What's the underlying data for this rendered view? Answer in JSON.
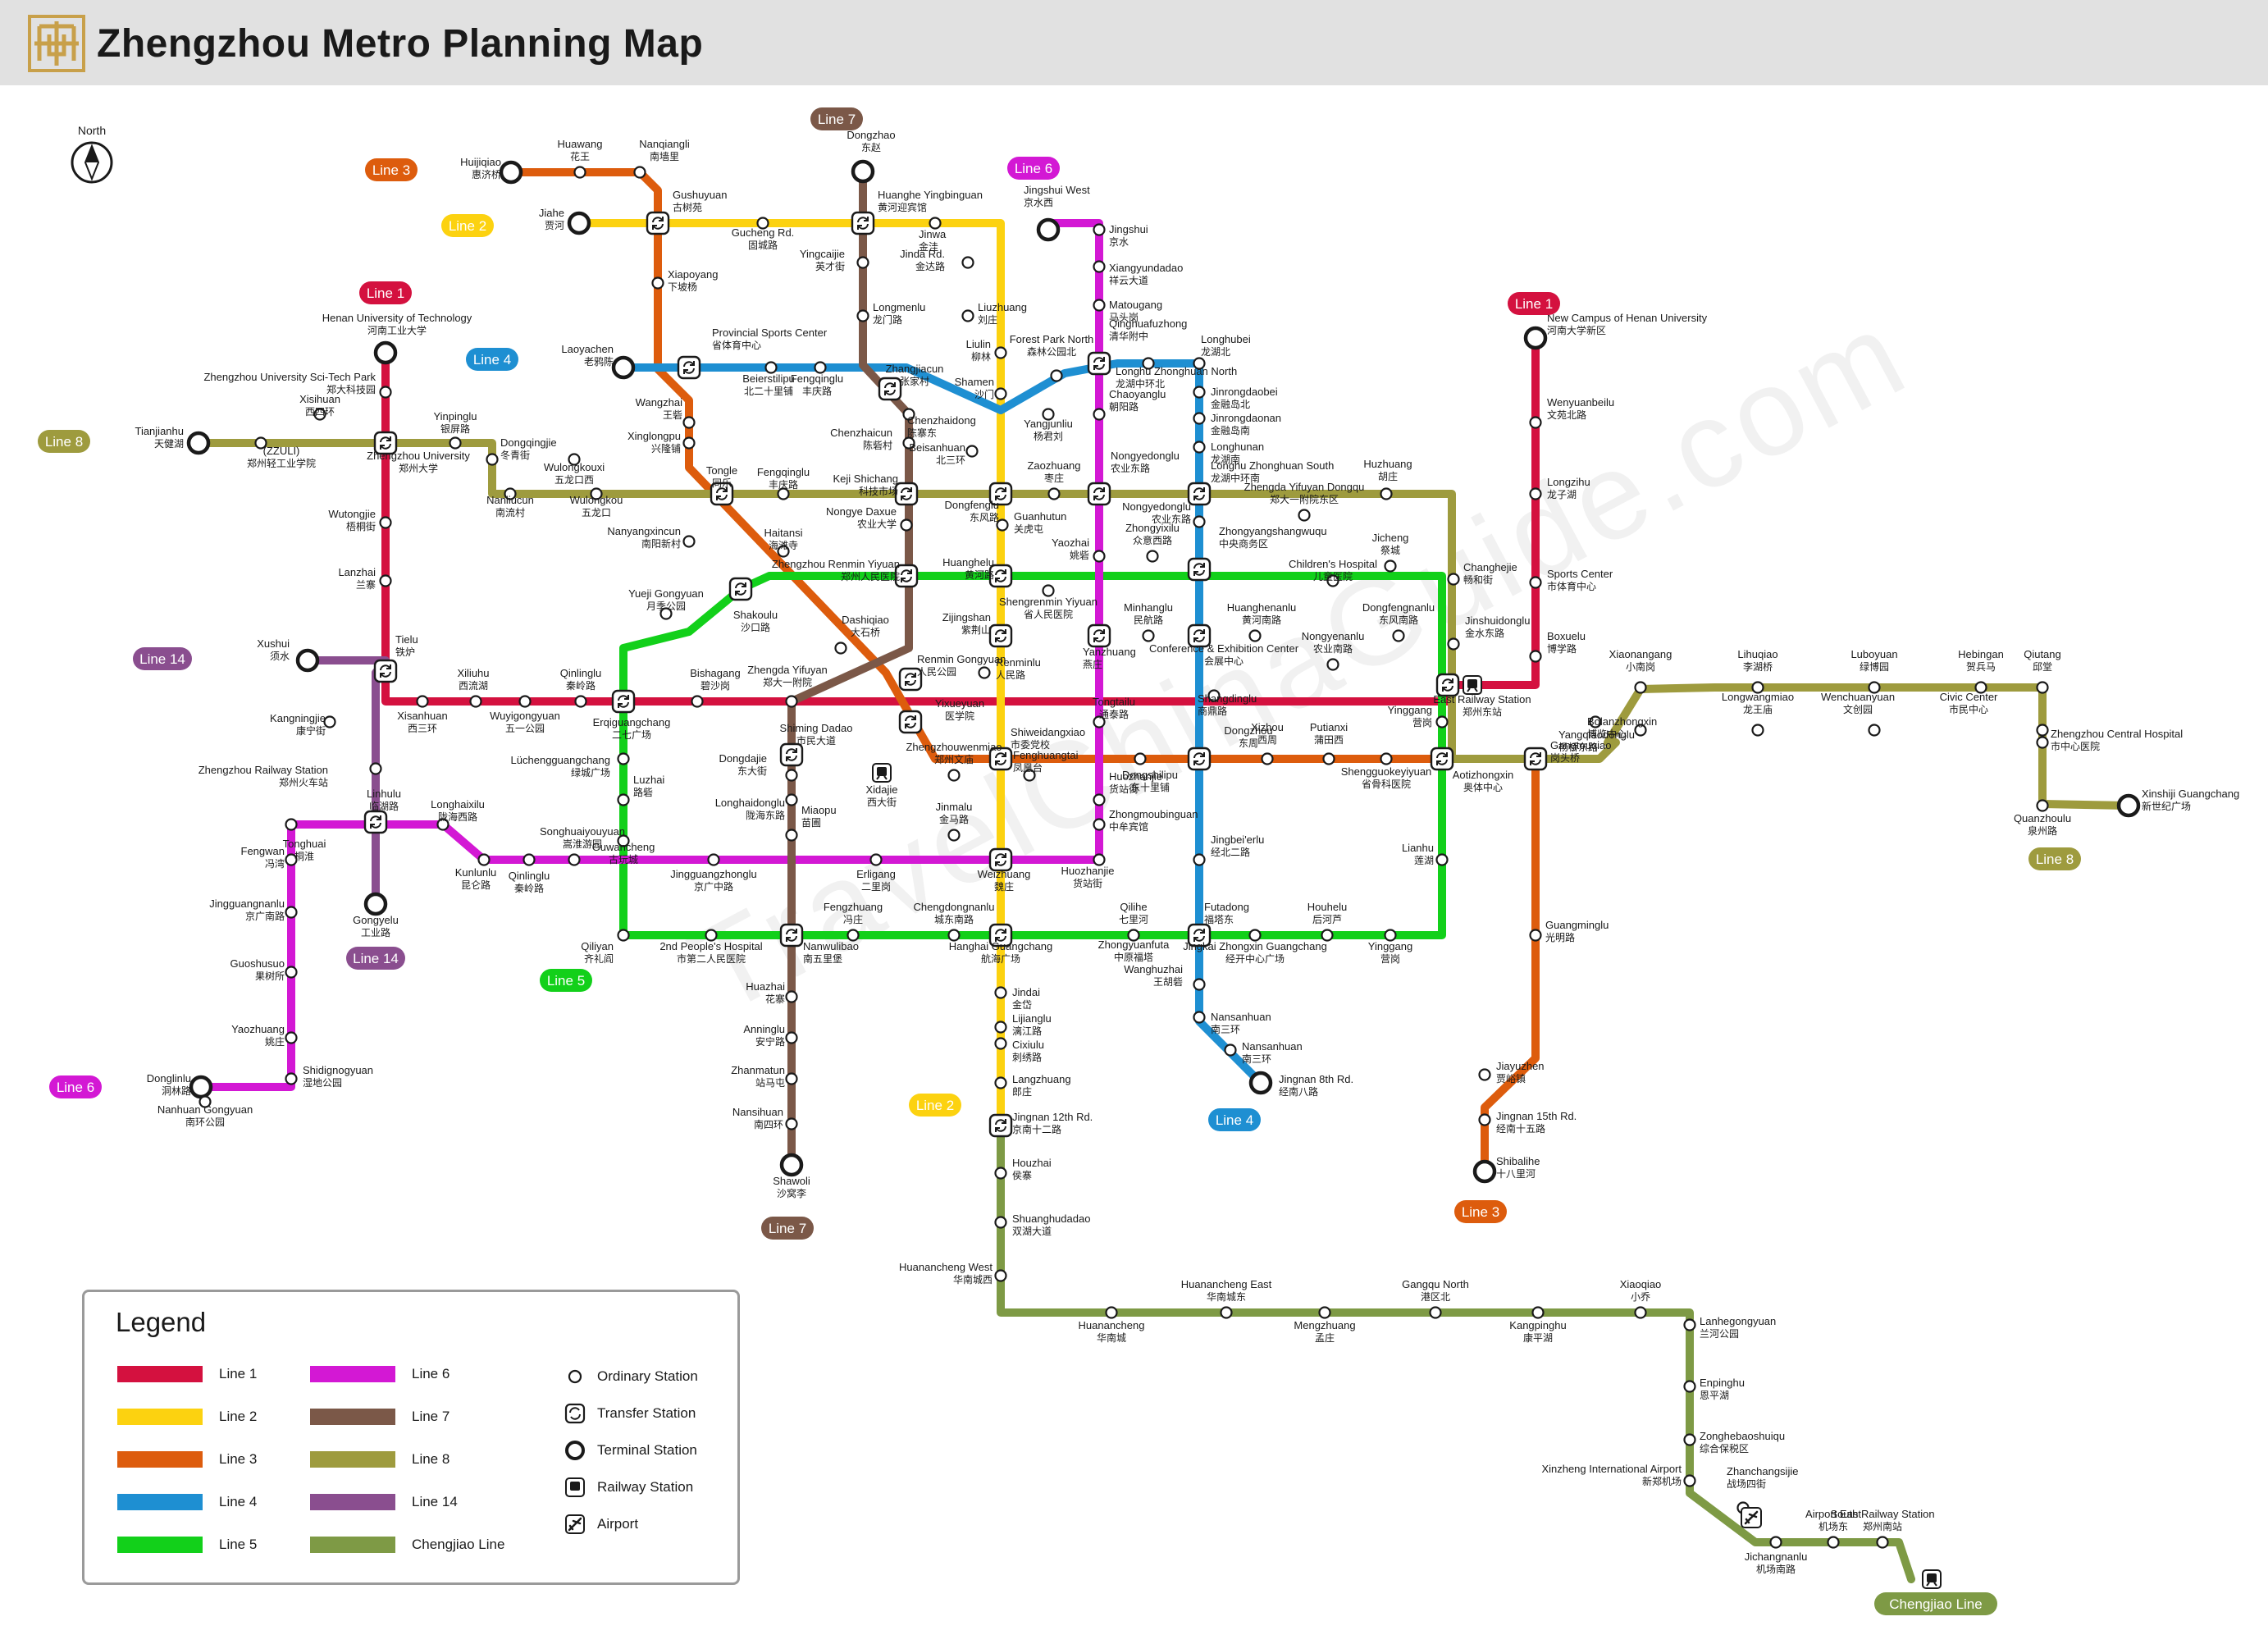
{
  "header": {
    "title": "Zhengzhou Metro Planning Map"
  },
  "colors": {
    "line1": "#d4113f",
    "line2": "#fcd210",
    "line3": "#dd5c0d",
    "line4": "#1e8fd2",
    "line5": "#12d01a",
    "line6": "#d318d4",
    "line7": "#7b5848",
    "line8": "#9e9b3e",
    "line14": "#8a4e8f",
    "chengjiao": "#7e9a45"
  },
  "north": "North",
  "watermark": "TravelChinaGuide.com",
  "badges": [
    {
      "text": "Line 3",
      "color": "line3"
    },
    {
      "text": "Line 2",
      "color": "line2"
    },
    {
      "text": "Line 7",
      "color": "line7"
    },
    {
      "text": "Line 6",
      "color": "line6"
    },
    {
      "text": "Line 1",
      "color": "line1"
    },
    {
      "text": "Line 4",
      "color": "line4"
    },
    {
      "text": "Line 8",
      "color": "line8"
    },
    {
      "text": "Line 1",
      "color": "line1"
    },
    {
      "text": "Line 14",
      "color": "line14"
    },
    {
      "text": "Line 14",
      "color": "line14"
    },
    {
      "text": "Line 5",
      "color": "line5"
    },
    {
      "text": "Line 6",
      "color": "line6"
    },
    {
      "text": "Line 7",
      "color": "line7"
    },
    {
      "text": "Line 2",
      "color": "line2"
    },
    {
      "text": "Line 4",
      "color": "line4"
    },
    {
      "text": "Line 3",
      "color": "line3"
    },
    {
      "text": "Line 8",
      "color": "line8"
    },
    {
      "text": "Chengjiao Line",
      "color": "chengjiao"
    }
  ],
  "stations": [
    {
      "en": "Huijiqiao",
      "cn": "惠济桥"
    },
    {
      "en": "Huawang",
      "cn": "花王"
    },
    {
      "en": "Nanqiangli",
      "cn": "南墙里"
    },
    {
      "en": "Gushuyuan",
      "cn": "古树苑"
    },
    {
      "en": "Jiahe",
      "cn": "贾河"
    },
    {
      "en": "Gucheng Rd.",
      "cn": "固城路"
    },
    {
      "en": "Dongzhao",
      "cn": "东赵"
    },
    {
      "en": "Huanghe Yingbinguan",
      "cn": "黄河迎宾馆"
    },
    {
      "en": "Jinwa",
      "cn": "金洼"
    },
    {
      "en": "Jinda Rd.",
      "cn": "金达路"
    },
    {
      "en": "Yingcaijie",
      "cn": "英才街"
    },
    {
      "en": "Xiapoyang",
      "cn": "下坡杨"
    },
    {
      "en": "Jingshui West",
      "cn": "京水西"
    },
    {
      "en": "Jingshui",
      "cn": "京水"
    },
    {
      "en": "Xiangyundadao",
      "cn": "祥云大道"
    },
    {
      "en": "Matougang",
      "cn": "马头岗"
    },
    {
      "en": "Longmenlu",
      "cn": "龙门路"
    },
    {
      "en": "Liuzhuang",
      "cn": "刘庄"
    },
    {
      "en": "Qinghuafuzhong",
      "cn": "清华附中"
    },
    {
      "en": "Henan University of Technology",
      "cn": "河南工业大学"
    },
    {
      "en": "Provincial Sports Center",
      "cn": "省体育中心"
    },
    {
      "en": "Laoyachen",
      "cn": "老鸦陈"
    },
    {
      "en": "Beierstilipu",
      "cn": "北二十里铺"
    },
    {
      "en": "Fengqinglu",
      "cn": "丰庆路"
    },
    {
      "en": "Zhangjiacun",
      "cn": "张家村"
    },
    {
      "en": "Liulin",
      "cn": "柳林"
    },
    {
      "en": "Forest Park North",
      "cn": "森林公园北"
    },
    {
      "en": "Longhu Zhonghuan North",
      "cn": "龙湖中环北"
    },
    {
      "en": "Longhubei",
      "cn": "龙湖北"
    },
    {
      "en": "Zhengzhou University Sci-Tech Park",
      "cn": "郑大科技园"
    },
    {
      "en": "Xisihuan",
      "cn": "西四环"
    },
    {
      "en": "Shamen",
      "cn": "沙门"
    },
    {
      "en": "Jinrongdaobei",
      "cn": "金融岛北"
    },
    {
      "en": "Tianjianhu",
      "cn": "天健湖"
    },
    {
      "en": "(ZZULI)",
      "cn": "郑州轻工业学院"
    },
    {
      "en": "Zhengzhou University",
      "cn": "郑州大学"
    },
    {
      "en": "Yinpinglu",
      "cn": "银屏路"
    },
    {
      "en": "Wangzhai",
      "cn": "王砦"
    },
    {
      "en": "Chenzhaidong",
      "cn": "陈寨东"
    },
    {
      "en": "Yangjunliu",
      "cn": "杨君刘"
    },
    {
      "en": "Chaoyanglu",
      "cn": "朝阳路"
    },
    {
      "en": "Jinrongdaonan",
      "cn": "金融岛南"
    },
    {
      "en": "New Campus of Henan University",
      "cn": "河南大学新区"
    },
    {
      "en": "Wenyuanbeilu",
      "cn": "文苑北路"
    },
    {
      "en": "Dongqingjie",
      "cn": "冬青街"
    },
    {
      "en": "Wulongkouxi",
      "cn": "五龙口西"
    },
    {
      "en": "Xinglongpu",
      "cn": "兴隆铺"
    },
    {
      "en": "Chenzhaicun",
      "cn": "陈砦村"
    },
    {
      "en": "Beisanhuan",
      "cn": "北三环"
    },
    {
      "en": "Longhunan",
      "cn": "龙湖南"
    },
    {
      "en": "Tongle",
      "cn": "同乐"
    },
    {
      "en": "Fengqinglu",
      "cn": "丰庆路"
    },
    {
      "en": "Keji Shichang",
      "cn": "科技市场"
    },
    {
      "en": "Zaozhuang",
      "cn": "枣庄"
    },
    {
      "en": "Nongyedonglu",
      "cn": "农业东路"
    },
    {
      "en": "Longhu Zhonghuan South",
      "cn": "龙湖中环南"
    },
    {
      "en": "Huzhuang",
      "cn": "胡庄"
    },
    {
      "en": "Longzihu",
      "cn": "龙子湖"
    },
    {
      "en": "Nanliucun",
      "cn": "南流村"
    },
    {
      "en": "Wulongkou",
      "cn": "五龙口"
    },
    {
      "en": "Wutongjie",
      "cn": "梧桐街"
    },
    {
      "en": "Dongfenglu",
      "cn": "东风路"
    },
    {
      "en": "Guanhutun",
      "cn": "关虎屯"
    },
    {
      "en": "Nongyedonglu",
      "cn": "农业东路"
    },
    {
      "en": "Zhengda Yifuyan Dongqu",
      "cn": "郑大一附院东区"
    },
    {
      "en": "Nanyangxincun",
      "cn": "南阳新村"
    },
    {
      "en": "Haitansi",
      "cn": "海滩寺"
    },
    {
      "en": "Nongye Daxue",
      "cn": "农业大学"
    },
    {
      "en": "Yaozhai",
      "cn": "姚砦"
    },
    {
      "en": "Zhongyixilu",
      "cn": "众意西路"
    },
    {
      "en": "Zhongyangshangwuqu",
      "cn": "中央商务区"
    },
    {
      "en": "Jicheng",
      "cn": "祭城"
    },
    {
      "en": "Changhejie",
      "cn": "畅和街"
    },
    {
      "en": "Sports Center",
      "cn": "市体育中心"
    },
    {
      "en": "Lanzhai",
      "cn": "兰寨"
    },
    {
      "en": "Zhengzhou Renmin Yiyuan",
      "cn": "郑州人民医院"
    },
    {
      "en": "Huanghelu",
      "cn": "黄河路"
    },
    {
      "en": "Shengrenmin Yiyuan",
      "cn": "省人民医院"
    },
    {
      "en": "Children's Hospital",
      "cn": "儿童医院"
    },
    {
      "en": "Yueji Gongyuan",
      "cn": "月季公园"
    },
    {
      "en": "Shakoulu",
      "cn": "沙口路"
    },
    {
      "en": "Dashiqiao",
      "cn": "大石桥"
    },
    {
      "en": "Zijingshan",
      "cn": "紫荆山"
    },
    {
      "en": "Minhanglu",
      "cn": "民航路"
    },
    {
      "en": "Huanghenanlu",
      "cn": "黄河南路"
    },
    {
      "en": "Dongfengnanlu",
      "cn": "东风南路"
    },
    {
      "en": "Jinshuidonglu",
      "cn": "金水东路"
    },
    {
      "en": "Boxuelu",
      "cn": "博学路"
    },
    {
      "en": "Xiaonangang",
      "cn": "小南岗"
    },
    {
      "en": "Lihuqiao",
      "cn": "李湖桥"
    },
    {
      "en": "Luboyuan",
      "cn": "绿博园"
    },
    {
      "en": "Hebingan",
      "cn": "贺兵马"
    },
    {
      "en": "Qiutang",
      "cn": "邱堂"
    },
    {
      "en": "Xushui",
      "cn": "须水"
    },
    {
      "en": "Tielu",
      "cn": "铁炉"
    },
    {
      "en": "Xiliuhu",
      "cn": "西流湖"
    },
    {
      "en": "Qinlinglu",
      "cn": "秦岭路"
    },
    {
      "en": "Bishagang",
      "cn": "碧沙岗"
    },
    {
      "en": "Zhengda Yifuyan",
      "cn": "郑大一附院"
    },
    {
      "en": "Renmin Gongyuan",
      "cn": "人民公园"
    },
    {
      "en": "Renminlu",
      "cn": "人民路"
    },
    {
      "en": "Yanzhuang",
      "cn": "燕庄"
    },
    {
      "en": "Conference & Exhibition Center",
      "cn": "会展中心"
    },
    {
      "en": "Nongyenanlu",
      "cn": "农业南路"
    },
    {
      "en": "Shangdinglu",
      "cn": "商鼎路"
    },
    {
      "en": "East Railway Station",
      "cn": "郑州东站"
    },
    {
      "en": "Yangqiaodonglu",
      "cn": "杨桥东路"
    },
    {
      "en": "Longwangmiao",
      "cn": "龙王庙"
    },
    {
      "en": "Wenchuanyuan",
      "cn": "文创园"
    },
    {
      "en": "Civic Center",
      "cn": "市民中心"
    },
    {
      "en": "Xisanhuan",
      "cn": "西三环"
    },
    {
      "en": "Wuyigongyuan",
      "cn": "五一公园"
    },
    {
      "en": "Erqiguangchang",
      "cn": "二七广场"
    },
    {
      "en": "Yixueyuan",
      "cn": "医学院"
    },
    {
      "en": "Shiming Dadao",
      "cn": "市民大道"
    },
    {
      "en": "Kangningjie",
      "cn": "康宁街"
    },
    {
      "en": "Yinggang",
      "cn": "营岗"
    },
    {
      "en": "Bolanzhongxin",
      "cn": "博览中心"
    },
    {
      "en": "Tongtailu",
      "cn": "通泰路"
    },
    {
      "en": "Xizhou",
      "cn": "西周"
    },
    {
      "en": "Putianxi",
      "cn": "蒲田西"
    },
    {
      "en": "Gangtouqiao",
      "cn": "岗头桥"
    },
    {
      "en": "Zhengzhou Central Hospital",
      "cn": "市中心医院"
    },
    {
      "en": "Lüchengguangchang",
      "cn": "绿城广场"
    },
    {
      "en": "Dongdajie",
      "cn": "东大街"
    },
    {
      "en": "Shiweidangxiao",
      "cn": "市委党校"
    },
    {
      "en": "Zhengzhou Railway Station",
      "cn": "郑州火车站"
    },
    {
      "en": "Xidajie",
      "cn": "西大街"
    },
    {
      "en": "Zhengzhouwenmiao",
      "cn": "郑州文庙"
    },
    {
      "en": "Fenghuangtai",
      "cn": "凤凰台"
    },
    {
      "en": "Dongshilipu",
      "cn": "东十里铺"
    },
    {
      "en": "Dongzhou",
      "cn": "东周"
    },
    {
      "en": "Shengguokeyiyuan",
      "cn": "省骨科医院"
    },
    {
      "en": "Aotizhongxin",
      "cn": "奥体中心"
    },
    {
      "en": "Linhulu",
      "cn": "临湖路"
    },
    {
      "en": "Longhaixilu",
      "cn": "陇海西路"
    },
    {
      "en": "Luzhai",
      "cn": "路砦"
    },
    {
      "en": "Longhaidonglu",
      "cn": "陇海东路"
    },
    {
      "en": "Huozhanjie",
      "cn": "货站街"
    },
    {
      "en": "Zhongmoubinguan",
      "cn": "中牟宾馆"
    },
    {
      "en": "Xinshiji Guangchang",
      "cn": "新世纪广场"
    },
    {
      "en": "Quanzhoulu",
      "cn": "泉州路"
    },
    {
      "en": "Tonghuai",
      "cn": "桐淮"
    },
    {
      "en": "Guwancheng",
      "cn": "古玩城"
    },
    {
      "en": "Miaopu",
      "cn": "苗圃"
    },
    {
      "en": "Jinmalu",
      "cn": "金马路"
    },
    {
      "en": "Fengwan",
      "cn": "冯湾"
    },
    {
      "en": "Kunlunlu",
      "cn": "昆仑路"
    },
    {
      "en": "Qinlinglu",
      "cn": "秦岭路"
    },
    {
      "en": "Songhuaiyouyuan",
      "cn": "嵩淮游园"
    },
    {
      "en": "Jingguangzhonglu",
      "cn": "京广中路"
    },
    {
      "en": "Erligang",
      "cn": "二里岗"
    },
    {
      "en": "Weizhuang",
      "cn": "魏庄"
    },
    {
      "en": "Huozhanjie",
      "cn": "货站街"
    },
    {
      "en": "Jingbei'erlu",
      "cn": "经北二路"
    },
    {
      "en": "Lianhu",
      "cn": "莲湖"
    },
    {
      "en": "Gongyelu",
      "cn": "工业路"
    },
    {
      "en": "Jingguangnanlu",
      "cn": "京广南路"
    },
    {
      "en": "Fengzhuang",
      "cn": "冯庄"
    },
    {
      "en": "Chengdongnanlu",
      "cn": "城东南路"
    },
    {
      "en": "Qilihe",
      "cn": "七里河"
    },
    {
      "en": "Futadong",
      "cn": "福塔东"
    },
    {
      "en": "Houhelu",
      "cn": "后河芦"
    },
    {
      "en": "Qiliyan",
      "cn": "齐礼阎"
    },
    {
      "en": "2nd People's Hospital",
      "cn": "市第二人民医院"
    },
    {
      "en": "Nanwulibao",
      "cn": "南五里堡"
    },
    {
      "en": "Hanghai Guangchang",
      "cn": "航海广场"
    },
    {
      "en": "Zhongyuanfuta",
      "cn": "中原福塔"
    },
    {
      "en": "Jingkai Zhongxin Guangchang",
      "cn": "经开中心广场"
    },
    {
      "en": "Yinggang",
      "cn": "营岗"
    },
    {
      "en": "Guangminglu",
      "cn": "光明路"
    },
    {
      "en": "Guoshusuo",
      "cn": "果树所"
    },
    {
      "en": "Wanghuzhai",
      "cn": "王胡砦"
    },
    {
      "en": "Huazhai",
      "cn": "花寨"
    },
    {
      "en": "Jindai",
      "cn": "金岱"
    },
    {
      "en": "Nansanhuan",
      "cn": "南三环"
    },
    {
      "en": "Lijianglu",
      "cn": "漓江路"
    },
    {
      "en": "Anninglu",
      "cn": "安宁路"
    },
    {
      "en": "Yaozhuang",
      "cn": "姚庄"
    },
    {
      "en": "Nansanhuan",
      "cn": "南三环"
    },
    {
      "en": "Cixiulu",
      "cn": "刺绣路"
    },
    {
      "en": "Zhanmatun",
      "cn": "站马屯"
    },
    {
      "en": "Langzhuang",
      "cn": "郎庄"
    },
    {
      "en": "Jingnan 8th Rd.",
      "cn": "经南八路"
    },
    {
      "en": "Jiayuzhen",
      "cn": "贾峪镇"
    },
    {
      "en": "Donglinlu",
      "cn": "洞林路"
    },
    {
      "en": "Shidignogyuan",
      "cn": "湿地公园"
    },
    {
      "en": "Nanhuan Gongyuan",
      "cn": "南环公园"
    },
    {
      "en": "Nansihuan",
      "cn": "南四环"
    },
    {
      "en": "Jingnan 12th Rd.",
      "cn": "京南十二路"
    },
    {
      "en": "Jingnan 15th Rd.",
      "cn": "经南十五路"
    },
    {
      "en": "Shibalihe",
      "cn": "十八里河"
    },
    {
      "en": "Houzhai",
      "cn": "侯寨"
    },
    {
      "en": "Shawoli",
      "cn": "沙窝李"
    },
    {
      "en": "Shuanghudadao",
      "cn": "双湖大道"
    },
    {
      "en": "Huanancheng West",
      "cn": "华南城西"
    },
    {
      "en": "Huanancheng East",
      "cn": "华南城东"
    },
    {
      "en": "Gangqu North",
      "cn": "港区北"
    },
    {
      "en": "Xiaoqiao",
      "cn": "小乔"
    },
    {
      "en": "Huanancheng",
      "cn": "华南城"
    },
    {
      "en": "Mengzhuang",
      "cn": "孟庄"
    },
    {
      "en": "Kangpinghu",
      "cn": "康平湖"
    },
    {
      "en": "Lanhegongyuan",
      "cn": "兰河公园"
    },
    {
      "en": "Enpinghu",
      "cn": "恩平湖"
    },
    {
      "en": "Zonghebaoshuiqu",
      "cn": "综合保税区"
    },
    {
      "en": "Xinzheng International Airport",
      "cn": "新郑机场"
    },
    {
      "en": "Zhanchangsijie",
      "cn": "战场四街"
    },
    {
      "en": "Airport East",
      "cn": "机场东"
    },
    {
      "en": "Jichangnanlu",
      "cn": "机场南路"
    },
    {
      "en": "South Railway Station",
      "cn": "郑州南站"
    }
  ],
  "legend": {
    "title": "Legend",
    "lines": [
      {
        "label": "Line 1",
        "color": "line1"
      },
      {
        "label": "Line 2",
        "color": "line2"
      },
      {
        "label": "Line 3",
        "color": "line3"
      },
      {
        "label": "Line 4",
        "color": "line4"
      },
      {
        "label": "Line 5",
        "color": "line5"
      },
      {
        "label": "Line 6",
        "color": "line6"
      },
      {
        "label": "Line 7",
        "color": "line7"
      },
      {
        "label": "Line 8",
        "color": "line8"
      },
      {
        "label": "Line 14",
        "color": "line14"
      },
      {
        "label": "Chengjiao Line",
        "color": "chengjiao"
      }
    ],
    "symbols": [
      {
        "label": "Ordinary Station",
        "icon": "ordinary-station-icon"
      },
      {
        "label": "Transfer Station",
        "icon": "transfer-station-icon"
      },
      {
        "label": "Terminal Station",
        "icon": "terminal-station-icon"
      },
      {
        "label": "Railway Station",
        "icon": "railway-station-icon"
      },
      {
        "label": "Airport",
        "icon": "airport-icon"
      }
    ]
  }
}
